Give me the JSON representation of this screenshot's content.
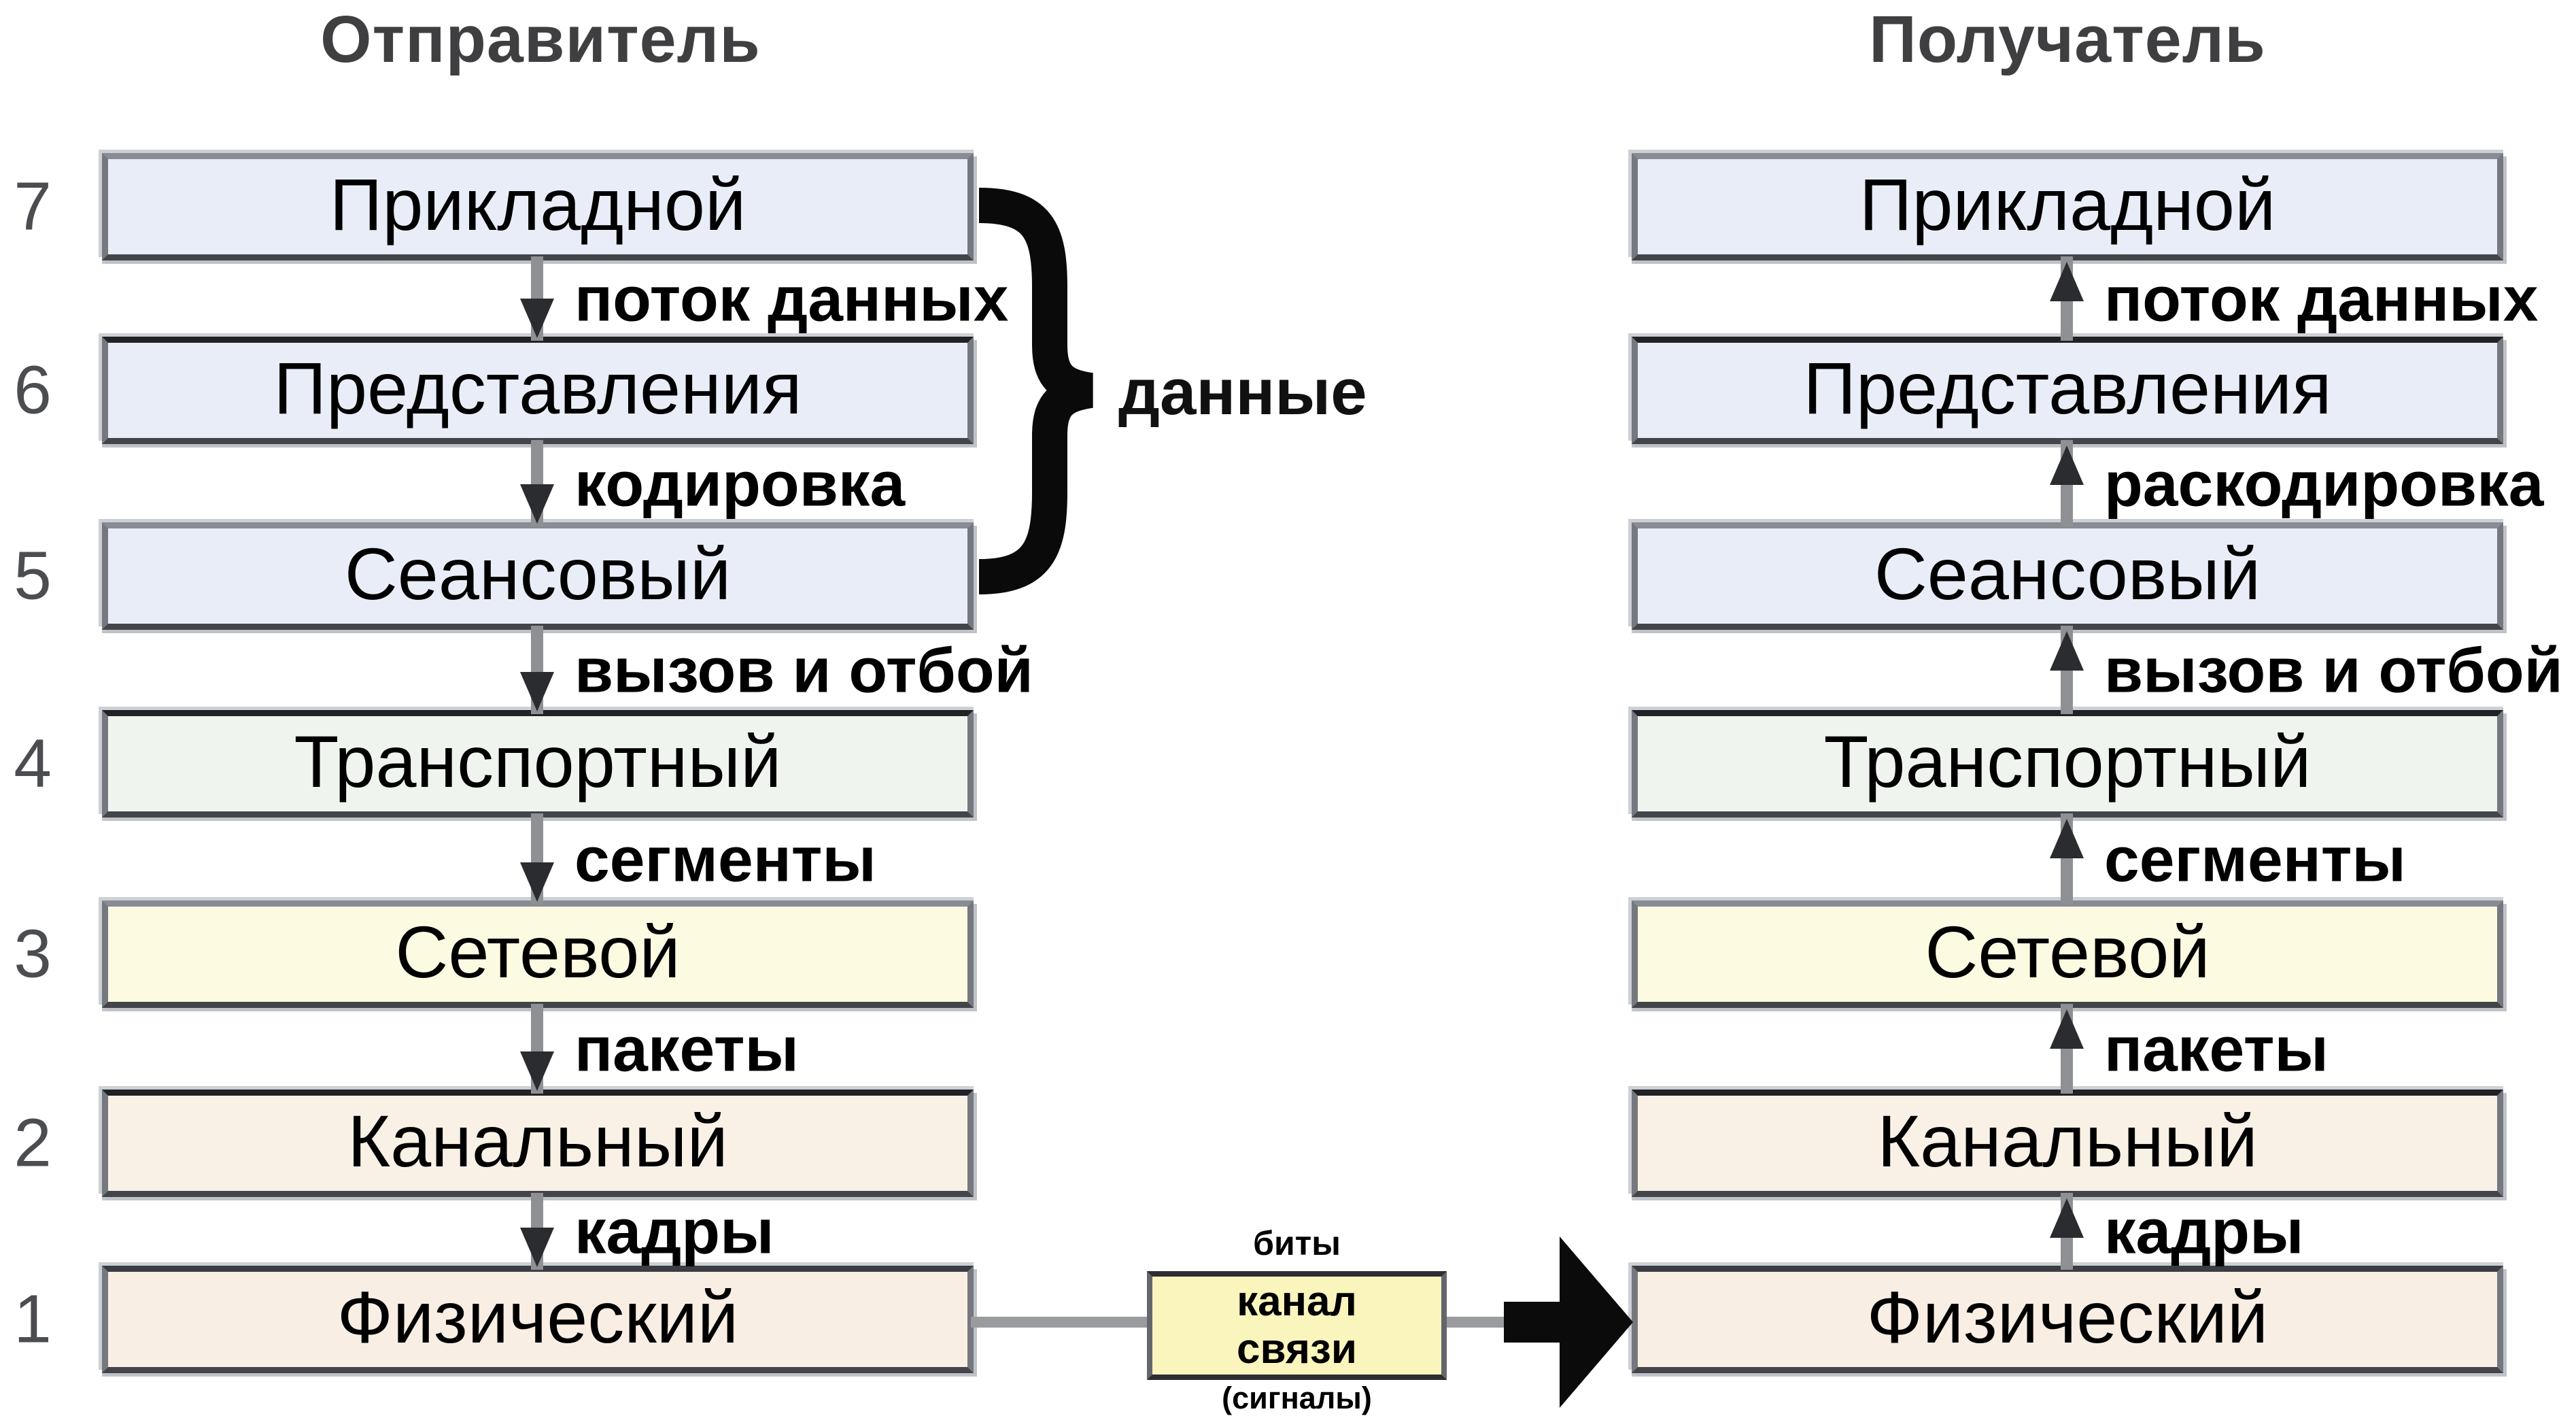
{
  "titles": {
    "sender": "Отправитель",
    "receiver": "Получатель"
  },
  "layers": [
    {
      "num": "7",
      "name": "Прикладной",
      "color": "#e9edf7"
    },
    {
      "num": "6",
      "name": "Представления",
      "color": "#e9edf7"
    },
    {
      "num": "5",
      "name": "Сеансовый",
      "color": "#e9edf7"
    },
    {
      "num": "4",
      "name": "Транспортный",
      "color": "#eff5ee"
    },
    {
      "num": "3",
      "name": "Сетевой",
      "color": "#fdfae2"
    },
    {
      "num": "2",
      "name": "Канальный",
      "color": "#f9f1e6"
    },
    {
      "num": "1",
      "name": "Физический",
      "color": "#f8eee4"
    }
  ],
  "sender_flow_labels": [
    "поток данных",
    "кодировка",
    "вызов и отбой",
    "сегменты",
    "пакеты",
    "кадры"
  ],
  "receiver_flow_labels": [
    "поток данных",
    "раскодировка",
    "вызов и отбой",
    "сегменты",
    "пакеты",
    "кадры"
  ],
  "brace_label": "данные",
  "channel": {
    "top_label": "биты",
    "line1": "канал",
    "line2": "связи",
    "bottom_label": "(сигналы)",
    "color": "#faf4bd"
  }
}
